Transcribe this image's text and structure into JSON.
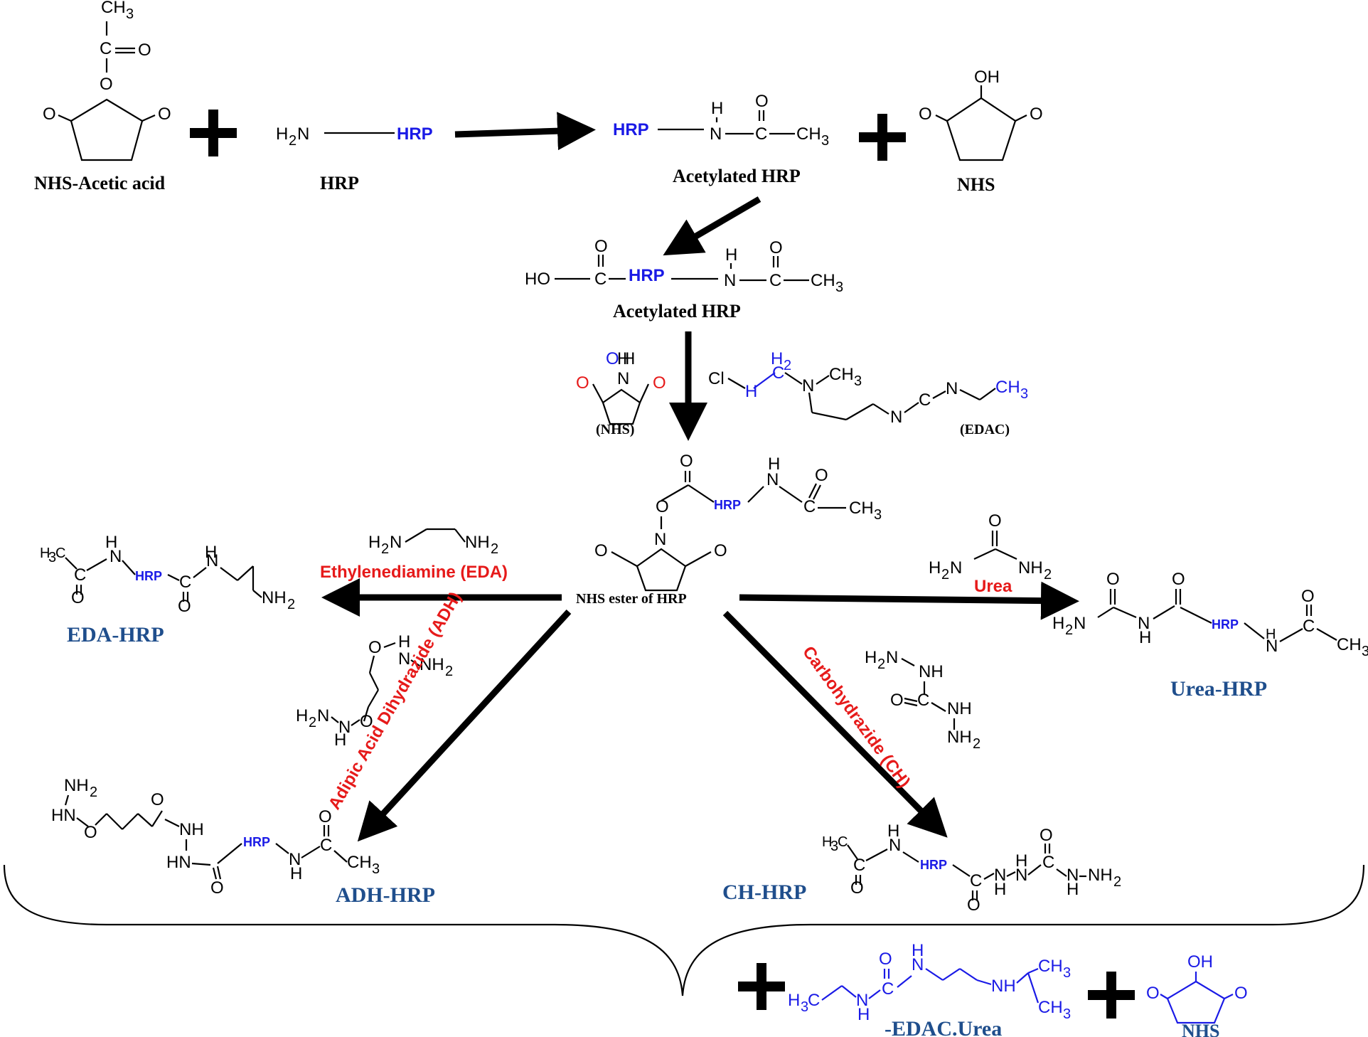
{
  "reaction1": {
    "reactant1_label": "NHS-Acetic acid",
    "reactant2_label": "HRP",
    "product_label": "Acetylated HRP",
    "byproduct_label": "NHS"
  },
  "reaction2": {
    "product_label": "Acetylated HRP"
  },
  "activation": {
    "reagent1_label": "(NHS)",
    "reagent2_label": "(EDAC)",
    "intermediate_label": "NHS ester of HRP"
  },
  "branches": {
    "eda": {
      "reagent": "Ethylenediamine (EDA)",
      "product": "EDA-HRP"
    },
    "urea": {
      "reagent": "Urea",
      "product": "Urea-HRP"
    },
    "adh": {
      "reagent": "Adipic Acid Dihydrazide (ADH)",
      "product": "ADH-HRP"
    },
    "ch": {
      "reagent": "Carbohydrazide (CH)",
      "product": "CH-HRP"
    }
  },
  "byproducts": {
    "edac_urea_label": "-EDAC.Urea",
    "nhs_label": "NHS"
  },
  "atoms": {
    "hrp": "HRP",
    "ch3": "CH",
    "sub3": "3",
    "sub2": "2",
    "h2n": "H",
    "n": "N",
    "o": "O",
    "c": "C",
    "h": "H",
    "oh": "OH",
    "ho": "HO",
    "cl": "Cl",
    "nh": "NH",
    "hn": "HN",
    "nh2": "NH",
    "h3c": "H",
    "plus": "+"
  },
  "colors": {
    "hrp": "#1a1ae6",
    "reagent": "#e61a1a",
    "product": "#1f4e8c",
    "arrow": "#000000"
  }
}
